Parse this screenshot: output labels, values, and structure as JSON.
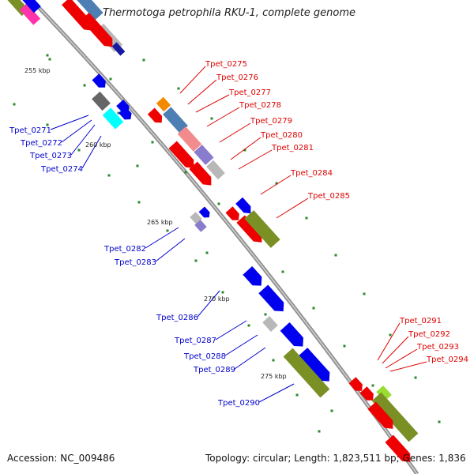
{
  "title": "Thermotoga petrophila RKU-1, complete genome",
  "footer": {
    "accession": "Accession: NC_009486",
    "summary": "Topology: circular; Length: 1,823,511 bp; Genes: 1,836"
  },
  "scale_labels": [
    "255 kbp",
    "260 kbp",
    "265 kbp",
    "270 kbp",
    "275 kbp"
  ],
  "forward_labels": [
    "Tpet_0275",
    "Tpet_0276",
    "Tpet_0277",
    "Tpet_0278",
    "Tpet_0279",
    "Tpet_0280",
    "Tpet_0281",
    "Tpet_0284",
    "Tpet_0285",
    "Tpet_0291",
    "Tpet_0292",
    "Tpet_0293",
    "Tpet_0294"
  ],
  "reverse_labels": [
    "Tpet_0271",
    "Tpet_0272",
    "Tpet_0273",
    "Tpet_0274",
    "Tpet_0282",
    "Tpet_0283",
    "Tpet_0286",
    "Tpet_0287",
    "Tpet_0288",
    "Tpet_0289",
    "Tpet_0290"
  ],
  "colors": {
    "forward_strand": "#ee0000",
    "reverse_strand": "#0000ee",
    "backbone": "#999999",
    "scale_tick": "#2a8a2a",
    "label_forward": "#dd0000",
    "label_reverse": "#0000cc",
    "steelblue": "#4e7fb4",
    "gray": "#b8b8b8",
    "olive": "#7a8f24",
    "cyan": "#00ffff",
    "orange": "#f28a00",
    "pink": "#f28c8c",
    "lavender": "#8a7ccc",
    "magenta": "#ff33aa",
    "darkgray": "#666666",
    "lime": "#99dd33",
    "navy": "#1a1aa0"
  }
}
